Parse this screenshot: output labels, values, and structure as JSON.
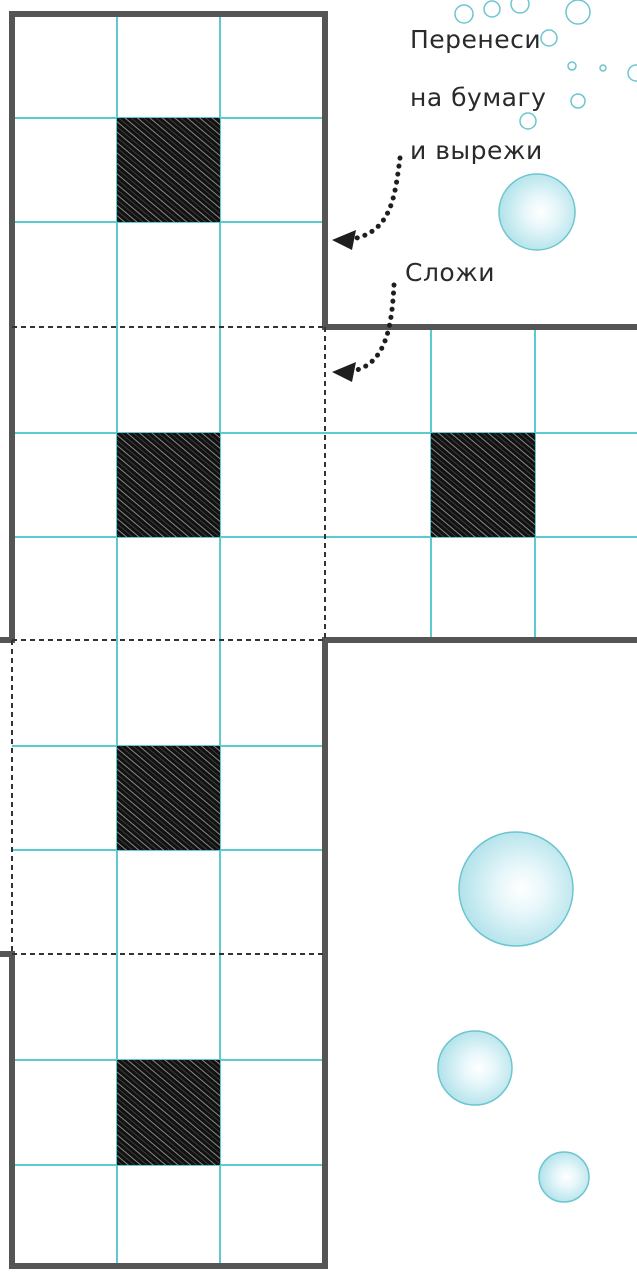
{
  "instructions": {
    "transfer_line_1": "Перенеси",
    "transfer_line_2": "на бумагу",
    "transfer_line_3": "и вырежи",
    "fold": "Сложи"
  },
  "colors": {
    "grid": "#5ccad0",
    "outline": "#555555",
    "fold_line": "#333333",
    "filled_cell": "#111111",
    "bubble": "#bfe9ef",
    "bubble_edge": "#6cc5cf",
    "arrow": "#1e1e1e"
  },
  "icons": {
    "arrow_cut": "dotted-curved-arrow-icon",
    "arrow_fold": "dotted-curved-arrow-icon",
    "bubble": "soap-bubble-icon"
  }
}
